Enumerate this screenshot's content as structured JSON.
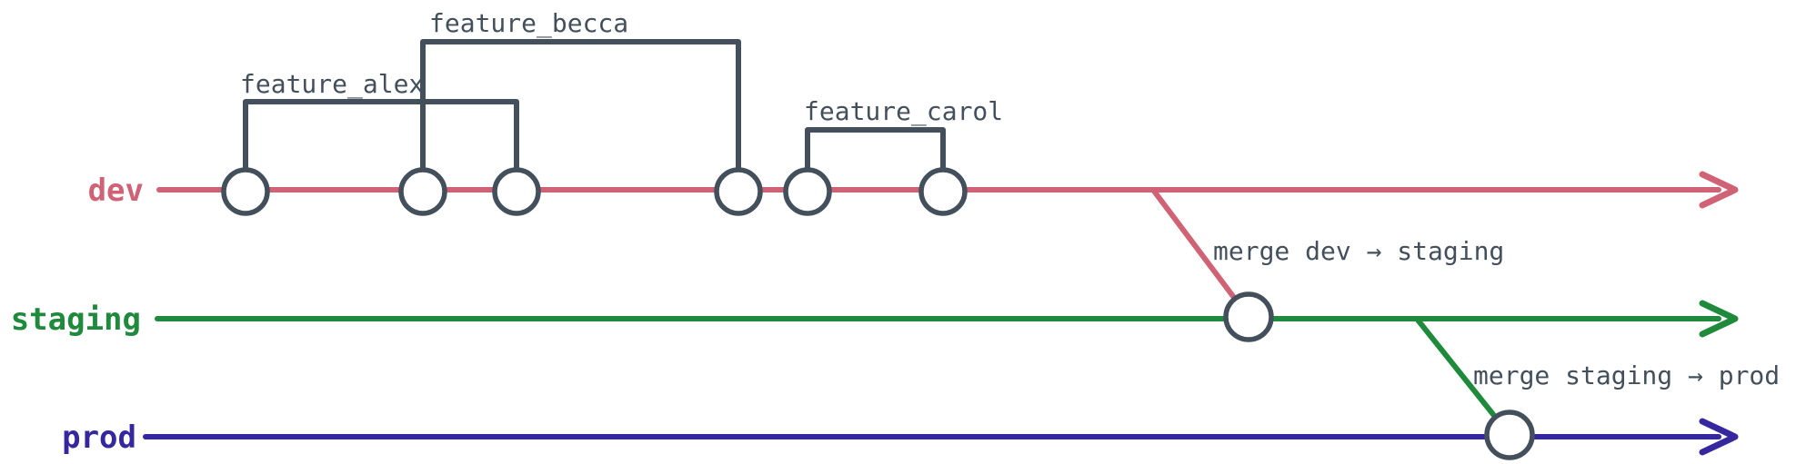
{
  "diagram_type": "git-branch-flow",
  "branches": {
    "dev": {
      "label": "dev",
      "color": "#d06276",
      "commit_count": 6
    },
    "staging": {
      "label": "staging",
      "color": "#1f8a3c",
      "commit_count": 1
    },
    "prod": {
      "label": "prod",
      "color": "#35289e",
      "commit_count": 1
    }
  },
  "feature_branches": {
    "alex": {
      "label": "feature_alex",
      "spans_dev_commits": "1 to 3"
    },
    "becca": {
      "label": "feature_becca",
      "spans_dev_commits": "2 to 4"
    },
    "carol": {
      "label": "feature_carol",
      "spans_dev_commits": "5 to 6"
    }
  },
  "merges": {
    "dev_to_staging": {
      "label": "merge dev → staging",
      "from": "dev",
      "to": "staging"
    },
    "staging_to_prod": {
      "label": "merge staging → prod",
      "from": "staging",
      "to": "prod"
    }
  },
  "colors": {
    "annotation": "#43505c",
    "node_stroke": "#43505c",
    "node_fill": "#ffffff",
    "background": "#ffffff"
  }
}
